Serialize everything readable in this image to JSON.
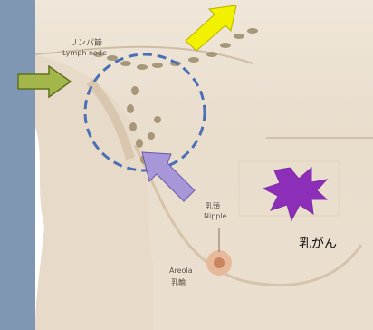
{
  "labels": {
    "lymph_jp": "リンパ節",
    "lymph_en": "Lymph node",
    "nipple_jp": "乳頭",
    "nipple_en": "Nipple",
    "areola_en": "Areola",
    "areola_jp": "乳輪",
    "cancer_caption": "乳がん"
  },
  "colors": {
    "frame_blue": "#7f97b3",
    "arrow_yellow": "#f2f200",
    "arrow_green": "#a3b64a",
    "arrow_purple": "#a796d8",
    "tumor_purple": "#8c2eb8",
    "dashed_circle": "#4a6fb5"
  },
  "icons": [
    "yellow-arrow-icon",
    "green-arrow-icon",
    "purple-arrow-icon",
    "tumor-star-icon"
  ]
}
